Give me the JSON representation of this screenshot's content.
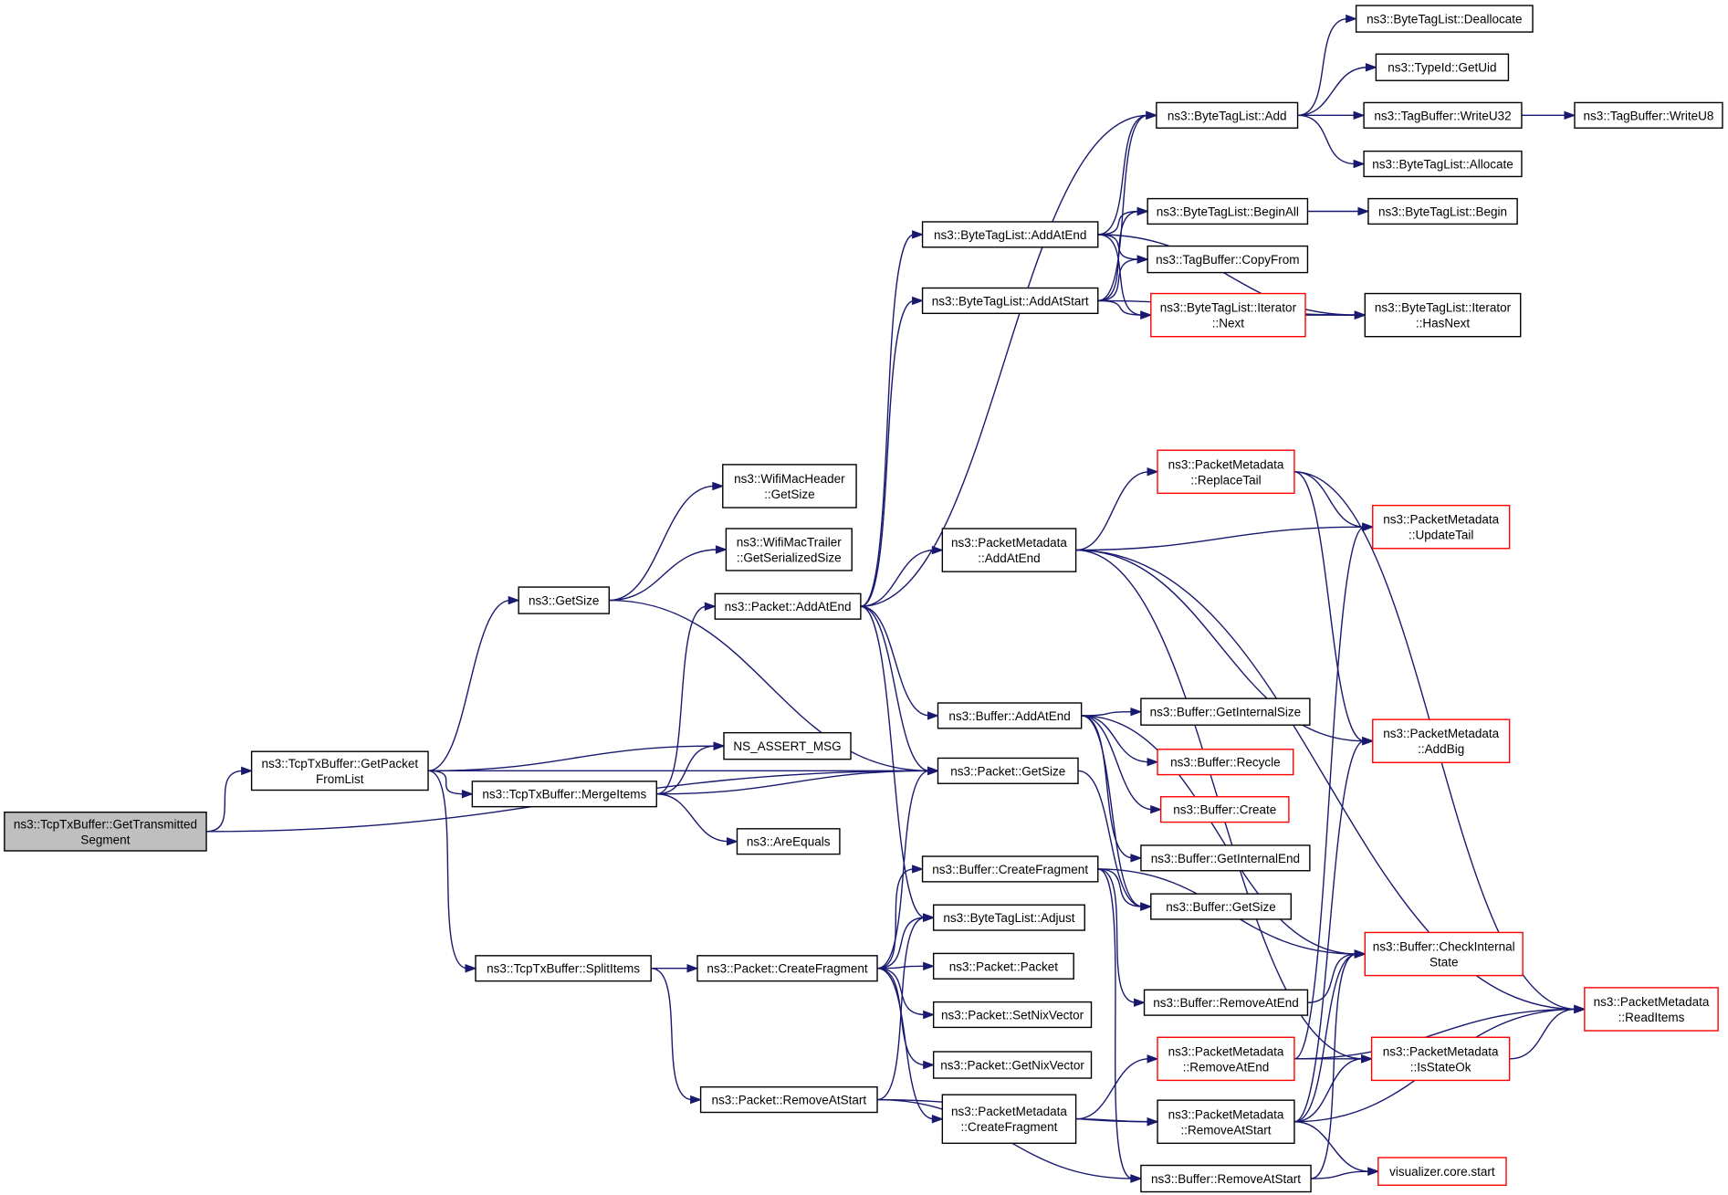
{
  "graph": {
    "edge_color": "#191970",
    "node_styles": {
      "root_fill": "#bfbfbf",
      "normal_border": "#000000",
      "truncated_border": "#ff0000"
    },
    "nodes": [
      {
        "id": "root",
        "lines": [
          "ns3::TcpTxBuffer::GetTransmitted",
          "Segment"
        ],
        "style": "root"
      },
      {
        "id": "getpacketfromlist",
        "lines": [
          "ns3::TcpTxBuffer::GetPacket",
          "FromList"
        ],
        "style": "black"
      },
      {
        "id": "getsize",
        "lines": [
          "ns3::GetSize"
        ],
        "style": "black"
      },
      {
        "id": "wifimacheader",
        "lines": [
          "ns3::WifiMacHeader",
          "::GetSize"
        ],
        "style": "black"
      },
      {
        "id": "wifimactrailer",
        "lines": [
          "ns3::WifiMacTrailer",
          "::GetSerializedSize"
        ],
        "style": "black"
      },
      {
        "id": "packetaddatend",
        "lines": [
          "ns3::Packet::AddAtEnd"
        ],
        "style": "black"
      },
      {
        "id": "assertmsg",
        "lines": [
          "NS_ASSERT_MSG"
        ],
        "style": "black"
      },
      {
        "id": "mergeitems",
        "lines": [
          "ns3::TcpTxBuffer::MergeItems"
        ],
        "style": "black"
      },
      {
        "id": "areequals",
        "lines": [
          "ns3::AreEquals"
        ],
        "style": "black"
      },
      {
        "id": "splititems",
        "lines": [
          "ns3::TcpTxBuffer::SplitItems"
        ],
        "style": "black"
      },
      {
        "id": "createfragment",
        "lines": [
          "ns3::Packet::CreateFragment"
        ],
        "style": "black"
      },
      {
        "id": "packetremoveatstart",
        "lines": [
          "ns3::Packet::RemoveAtStart"
        ],
        "style": "black"
      },
      {
        "id": "packetgetsize",
        "lines": [
          "ns3::Packet::GetSize"
        ],
        "style": "black"
      },
      {
        "id": "bufferaddatend",
        "lines": [
          "ns3::Buffer::AddAtEnd"
        ],
        "style": "black"
      },
      {
        "id": "pmaddatend",
        "lines": [
          "ns3::PacketMetadata",
          "::AddAtEnd"
        ],
        "style": "black"
      },
      {
        "id": "btladdatend",
        "lines": [
          "ns3::ByteTagList::AddAtEnd"
        ],
        "style": "black"
      },
      {
        "id": "btladdatstart",
        "lines": [
          "ns3::ByteTagList::AddAtStart"
        ],
        "style": "black"
      },
      {
        "id": "btladd",
        "lines": [
          "ns3::ByteTagList::Add"
        ],
        "style": "black"
      },
      {
        "id": "btldeallocate",
        "lines": [
          "ns3::ByteTagList::Deallocate"
        ],
        "style": "black"
      },
      {
        "id": "typeidgetuid",
        "lines": [
          "ns3::TypeId::GetUid"
        ],
        "style": "black"
      },
      {
        "id": "tbwriteu32",
        "lines": [
          "ns3::TagBuffer::WriteU32"
        ],
        "style": "black"
      },
      {
        "id": "tbwriteu8",
        "lines": [
          "ns3::TagBuffer::WriteU8"
        ],
        "style": "black"
      },
      {
        "id": "btlallocate",
        "lines": [
          "ns3::ByteTagList::Allocate"
        ],
        "style": "black"
      },
      {
        "id": "btlbeginall",
        "lines": [
          "ns3::ByteTagList::BeginAll"
        ],
        "style": "black"
      },
      {
        "id": "btlbegin",
        "lines": [
          "ns3::ByteTagList::Begin"
        ],
        "style": "black"
      },
      {
        "id": "tbcopyfrom",
        "lines": [
          "ns3::TagBuffer::CopyFrom"
        ],
        "style": "black"
      },
      {
        "id": "btliternext",
        "lines": [
          "ns3::ByteTagList::Iterator",
          "::Next"
        ],
        "style": "red"
      },
      {
        "id": "btlhasnext",
        "lines": [
          "ns3::ByteTagList::Iterator",
          "::HasNext"
        ],
        "style": "black"
      },
      {
        "id": "pmreplacetail",
        "lines": [
          "ns3::PacketMetadata",
          "::ReplaceTail"
        ],
        "style": "red"
      },
      {
        "id": "pmupdatetail",
        "lines": [
          "ns3::PacketMetadata",
          "::UpdateTail"
        ],
        "style": "red"
      },
      {
        "id": "pmaddbig",
        "lines": [
          "ns3::PacketMetadata",
          "::AddBig"
        ],
        "style": "red"
      },
      {
        "id": "buffergetinternalsize",
        "lines": [
          "ns3::Buffer::GetInternalSize"
        ],
        "style": "black"
      },
      {
        "id": "bufferrecycle",
        "lines": [
          "ns3::Buffer::Recycle"
        ],
        "style": "red"
      },
      {
        "id": "buffercreate",
        "lines": [
          "ns3::Buffer::Create"
        ],
        "style": "red"
      },
      {
        "id": "buffergetinternalend",
        "lines": [
          "ns3::Buffer::GetInternalEnd"
        ],
        "style": "black"
      },
      {
        "id": "buffergetsize",
        "lines": [
          "ns3::Buffer::GetSize"
        ],
        "style": "black"
      },
      {
        "id": "buffercreatefragment",
        "lines": [
          "ns3::Buffer::CreateFragment"
        ],
        "style": "black"
      },
      {
        "id": "btladjust",
        "lines": [
          "ns3::ByteTagList::Adjust"
        ],
        "style": "black"
      },
      {
        "id": "packetpacket",
        "lines": [
          "ns3::Packet::Packet"
        ],
        "style": "black"
      },
      {
        "id": "setnixvector",
        "lines": [
          "ns3::Packet::SetNixVector"
        ],
        "style": "black"
      },
      {
        "id": "getnixvector",
        "lines": [
          "ns3::Packet::GetNixVector"
        ],
        "style": "black"
      },
      {
        "id": "pmcreatefragment",
        "lines": [
          "ns3::PacketMetadata",
          "::CreateFragment"
        ],
        "style": "black"
      },
      {
        "id": "buffercheckinternal",
        "lines": [
          "ns3::Buffer::CheckInternal",
          "State"
        ],
        "style": "red"
      },
      {
        "id": "bufferremoveatend",
        "lines": [
          "ns3::Buffer::RemoveAtEnd"
        ],
        "style": "black"
      },
      {
        "id": "pmremoveatend",
        "lines": [
          "ns3::PacketMetadata",
          "::RemoveAtEnd"
        ],
        "style": "red"
      },
      {
        "id": "pmremoveatstart",
        "lines": [
          "ns3::PacketMetadata",
          "::RemoveAtStart"
        ],
        "style": "black"
      },
      {
        "id": "bufferremoveatstart",
        "lines": [
          "ns3::Buffer::RemoveAtStart"
        ],
        "style": "black"
      },
      {
        "id": "pmisstateok",
        "lines": [
          "ns3::PacketMetadata",
          "::IsStateOk"
        ],
        "style": "red"
      },
      {
        "id": "pmreaditems",
        "lines": [
          "ns3::PacketMetadata",
          "::ReadItems"
        ],
        "style": "red"
      },
      {
        "id": "visualizerstart",
        "lines": [
          "visualizer.core.start"
        ],
        "style": "red"
      }
    ],
    "edges": [
      [
        "root",
        "getpacketfromlist"
      ],
      [
        "root",
        "packetgetsize"
      ],
      [
        "getpacketfromlist",
        "getsize"
      ],
      [
        "getpacketfromlist",
        "assertmsg"
      ],
      [
        "getpacketfromlist",
        "mergeitems"
      ],
      [
        "getpacketfromlist",
        "packetgetsize"
      ],
      [
        "getpacketfromlist",
        "splititems"
      ],
      [
        "getsize",
        "wifimacheader"
      ],
      [
        "getsize",
        "wifimactrailer"
      ],
      [
        "getsize",
        "packetgetsize"
      ],
      [
        "mergeitems",
        "packetaddatend"
      ],
      [
        "mergeitems",
        "assertmsg"
      ],
      [
        "mergeitems",
        "packetgetsize"
      ],
      [
        "mergeitems",
        "areequals"
      ],
      [
        "splititems",
        "createfragment"
      ],
      [
        "splititems",
        "packetremoveatstart"
      ],
      [
        "packetaddatend",
        "btladd"
      ],
      [
        "packetaddatend",
        "btladdatend"
      ],
      [
        "packetaddatend",
        "btladdatstart"
      ],
      [
        "packetaddatend",
        "pmaddatend"
      ],
      [
        "packetaddatend",
        "bufferaddatend"
      ],
      [
        "packetaddatend",
        "packetgetsize"
      ],
      [
        "packetaddatend",
        "btladjust"
      ],
      [
        "createfragment",
        "buffercreatefragment"
      ],
      [
        "createfragment",
        "btladjust"
      ],
      [
        "createfragment",
        "packetpacket"
      ],
      [
        "createfragment",
        "setnixvector"
      ],
      [
        "createfragment",
        "getnixvector"
      ],
      [
        "createfragment",
        "pmcreatefragment"
      ],
      [
        "createfragment",
        "packetgetsize"
      ],
      [
        "packetremoveatstart",
        "btladjust"
      ],
      [
        "packetremoveatstart",
        "pmremoveatstart"
      ],
      [
        "packetremoveatstart",
        "bufferremoveatstart"
      ],
      [
        "btladdatend",
        "btladd"
      ],
      [
        "btladdatend",
        "btlbeginall"
      ],
      [
        "btladdatend",
        "tbcopyfrom"
      ],
      [
        "btladdatend",
        "btliternext"
      ],
      [
        "btladdatend",
        "btlhasnext"
      ],
      [
        "btladdatstart",
        "btladd"
      ],
      [
        "btladdatstart",
        "btlbeginall"
      ],
      [
        "btladdatstart",
        "tbcopyfrom"
      ],
      [
        "btladdatstart",
        "btliternext"
      ],
      [
        "btladdatstart",
        "btlhasnext"
      ],
      [
        "btladd",
        "btldeallocate"
      ],
      [
        "btladd",
        "typeidgetuid"
      ],
      [
        "btladd",
        "tbwriteu32"
      ],
      [
        "btladd",
        "btlallocate"
      ],
      [
        "tbwriteu32",
        "tbwriteu8"
      ],
      [
        "btlbeginall",
        "btlbegin"
      ],
      [
        "btliternext",
        "btlhasnext"
      ],
      [
        "pmaddatend",
        "pmreplacetail"
      ],
      [
        "pmaddatend",
        "pmupdatetail"
      ],
      [
        "pmaddatend",
        "pmaddbig"
      ],
      [
        "pmaddatend",
        "pmreaditems"
      ],
      [
        "pmaddatend",
        "pmisstateok"
      ],
      [
        "pmreplacetail",
        "pmupdatetail"
      ],
      [
        "pmreplacetail",
        "pmaddbig"
      ],
      [
        "pmreplacetail",
        "pmreaditems"
      ],
      [
        "bufferaddatend",
        "buffergetinternalsize"
      ],
      [
        "bufferaddatend",
        "bufferrecycle"
      ],
      [
        "bufferaddatend",
        "buffercreate"
      ],
      [
        "bufferaddatend",
        "buffergetinternalend"
      ],
      [
        "bufferaddatend",
        "buffergetsize"
      ],
      [
        "bufferaddatend",
        "buffercheckinternal"
      ],
      [
        "packetgetsize",
        "buffergetsize"
      ],
      [
        "buffercreatefragment",
        "buffergetsize"
      ],
      [
        "buffercreatefragment",
        "buffercheckinternal"
      ],
      [
        "buffercreatefragment",
        "bufferremoveatend"
      ],
      [
        "buffercreatefragment",
        "bufferremoveatstart"
      ],
      [
        "bufferremoveatend",
        "buffercheckinternal"
      ],
      [
        "pmcreatefragment",
        "pmremoveatend"
      ],
      [
        "pmcreatefragment",
        "pmremoveatstart"
      ],
      [
        "pmremoveatend",
        "pmisstateok"
      ],
      [
        "pmremoveatend",
        "pmreaditems"
      ],
      [
        "pmremoveatend",
        "pmupdatetail"
      ],
      [
        "pmremoveatstart",
        "pmisstateok"
      ],
      [
        "pmremoveatstart",
        "pmreaditems"
      ],
      [
        "pmremoveatstart",
        "visualizerstart"
      ],
      [
        "pmremoveatstart",
        "pmaddbig"
      ],
      [
        "pmremoveatstart",
        "buffercheckinternal"
      ],
      [
        "bufferremoveatstart",
        "buffercheckinternal"
      ],
      [
        "bufferremoveatstart",
        "visualizerstart"
      ],
      [
        "pmisstateok",
        "pmreaditems"
      ]
    ]
  }
}
